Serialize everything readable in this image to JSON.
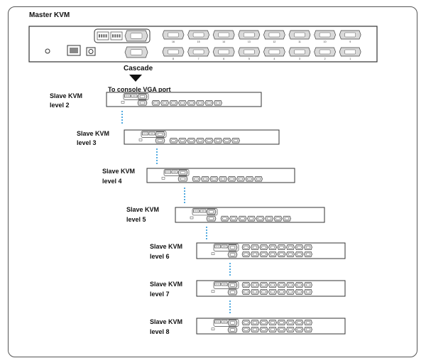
{
  "master": {
    "label": "Master KVM",
    "port_numbers": [
      "16",
      "15",
      "14",
      "13",
      "12",
      "11",
      "10",
      "9",
      "8",
      "7",
      "6",
      "5",
      "4",
      "3",
      "2",
      "1"
    ]
  },
  "cascade": {
    "label": "Cascade",
    "to_console": "To console VGA port"
  },
  "slaves": [
    {
      "title": "Slave KVM",
      "level": "level 2",
      "ports": 8
    },
    {
      "title": "Slave KVM",
      "level": "level 3",
      "ports": 8
    },
    {
      "title": "Slave KVM",
      "level": "level 4",
      "ports": 8
    },
    {
      "title": "Slave KVM",
      "level": "level 5",
      "ports": 8
    },
    {
      "title": "Slave KVM",
      "level": "level 6",
      "ports": 16
    },
    {
      "title": "Slave KVM",
      "level": "level 7",
      "ports": 16
    },
    {
      "title": "Slave KVM",
      "level": "level 8",
      "ports": 16
    }
  ],
  "colors": {
    "dots": "#1a8fd6",
    "line": "#333333",
    "port_fill": "#d9d9d9"
  }
}
